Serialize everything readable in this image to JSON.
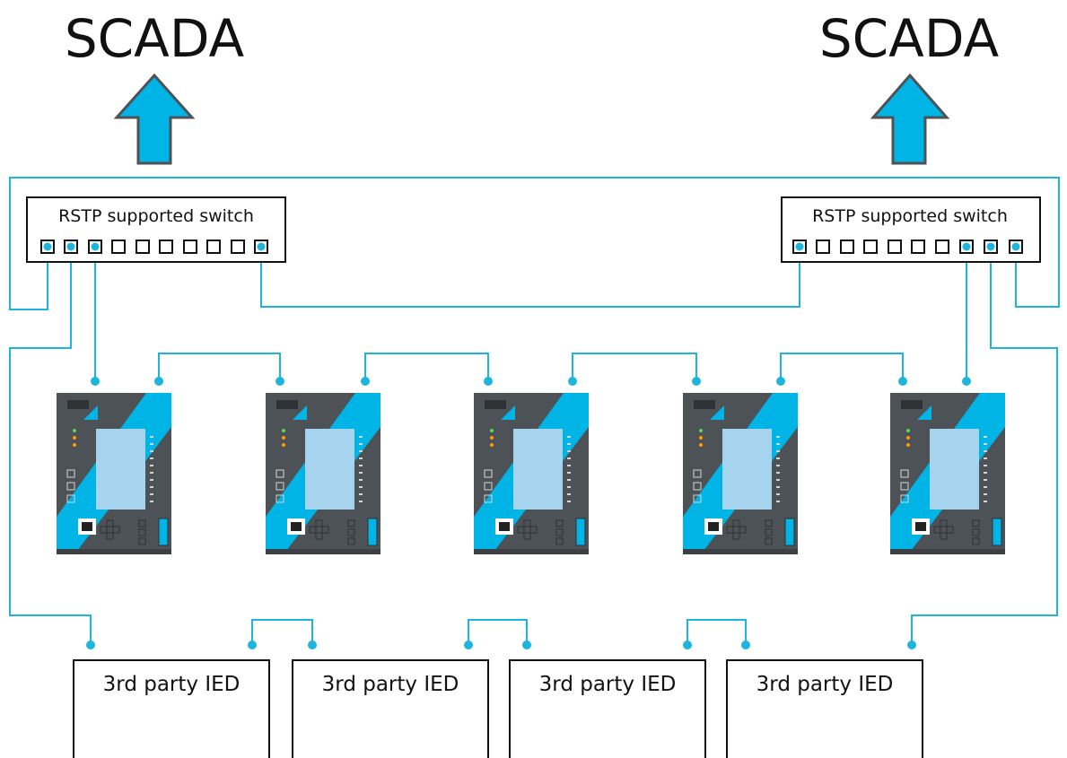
{
  "colors": {
    "accent": "#00b4e6",
    "line": "#1db5de",
    "device_body": "#4d5256",
    "screen": "#a6d4ef",
    "arrow_fill": "#00b4e6",
    "arrow_stroke": "#4d5256"
  },
  "scada": {
    "left_label": "SCADA",
    "right_label": "SCADA"
  },
  "switches": {
    "left_label": "RSTP supported switch",
    "right_label": "RSTP supported switch"
  },
  "relays": {
    "count": 5,
    "icon": "protection-relay-device"
  },
  "third_party": {
    "ied_1": "3rd party IED",
    "ied_2": "3rd party IED",
    "ied_3": "3rd party IED",
    "ied_4": "3rd party IED"
  }
}
